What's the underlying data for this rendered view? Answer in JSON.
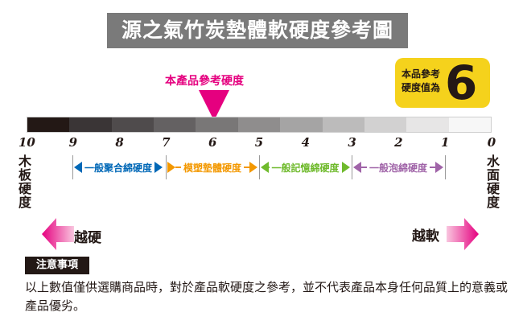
{
  "title": "源之氣竹炭墊體軟硬度參考圖",
  "reference_label": "本產品參考硬度",
  "badge": {
    "label_line1": "本品參考",
    "label_line2": "硬度值為",
    "value": "6"
  },
  "scale": {
    "segment_colors": [
      "#231815",
      "#3a3536",
      "#4f4b4c",
      "#646162",
      "#797777",
      "#8f8d8d",
      "#a5a4a4",
      "#bcbbbb",
      "#d2d1d1",
      "#e7e6e6",
      "#f7f7f7"
    ],
    "ticks": [
      "10",
      "9",
      "8",
      "7",
      "6",
      "5",
      "4",
      "3",
      "2",
      "1",
      "0"
    ]
  },
  "left_side_label": [
    "木",
    "板",
    "硬",
    "度"
  ],
  "right_side_label": [
    "水",
    "面",
    "硬",
    "度"
  ],
  "categories": [
    {
      "label": "一般聚合綿硬度",
      "color": "#0068b7"
    },
    {
      "label": "模塑墊體硬度",
      "color": "#f39800"
    },
    {
      "label": "一般記憶綿硬度",
      "color": "#6fba2c"
    },
    {
      "label": "一般泡綿硬度",
      "color": "#a064a8"
    }
  ],
  "harder_label": "越硬",
  "softer_label": "越軟",
  "accent_color": "#e5007f",
  "notice": {
    "title": "注意事項",
    "text": "以上數值僅供選購商品時，對於產品軟硬度之參考，並不代表產品本身任何品質上的意義或產品優劣。"
  }
}
